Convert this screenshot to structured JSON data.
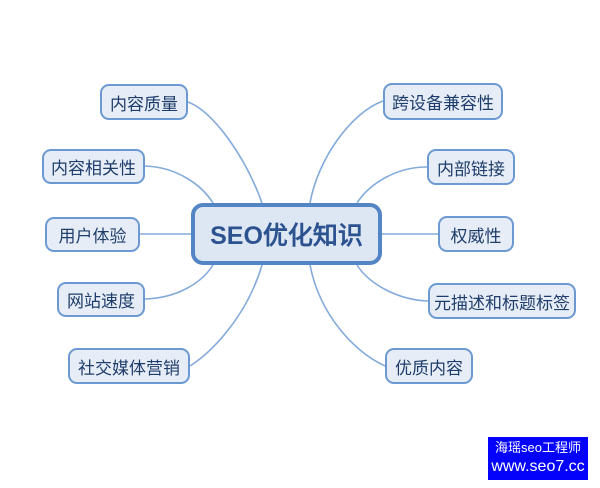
{
  "diagram": {
    "type": "mindmap",
    "center": {
      "id": "seo-knowledge",
      "label": "SEO优化知识"
    },
    "nodes": [
      {
        "id": "content-quality",
        "label": "内容质量",
        "side": "left"
      },
      {
        "id": "content-relevance",
        "label": "内容相关性",
        "side": "left"
      },
      {
        "id": "user-experience",
        "label": "用户体验",
        "side": "left"
      },
      {
        "id": "site-speed",
        "label": "网站速度",
        "side": "left"
      },
      {
        "id": "social-media-marketing",
        "label": "社交媒体营销",
        "side": "left"
      },
      {
        "id": "cross-device-compatibility",
        "label": "跨设备兼容性",
        "side": "right"
      },
      {
        "id": "internal-links",
        "label": "内部链接",
        "side": "right"
      },
      {
        "id": "authority",
        "label": "权威性",
        "side": "right"
      },
      {
        "id": "meta-description-title-tags",
        "label": "元描述和标题标签",
        "side": "right"
      },
      {
        "id": "quality-content",
        "label": "优质内容",
        "side": "right"
      }
    ],
    "connections": [
      {
        "from": "seo-knowledge",
        "to": "content-quality"
      },
      {
        "from": "seo-knowledge",
        "to": "content-relevance"
      },
      {
        "from": "seo-knowledge",
        "to": "user-experience"
      },
      {
        "from": "seo-knowledge",
        "to": "site-speed"
      },
      {
        "from": "seo-knowledge",
        "to": "social-media-marketing"
      },
      {
        "from": "seo-knowledge",
        "to": "cross-device-compatibility"
      },
      {
        "from": "seo-knowledge",
        "to": "internal-links"
      },
      {
        "from": "seo-knowledge",
        "to": "authority"
      },
      {
        "from": "seo-knowledge",
        "to": "meta-description-title-tags"
      },
      {
        "from": "seo-knowledge",
        "to": "quality-content"
      }
    ]
  },
  "watermark": {
    "line1": "海瑶seo工程师",
    "line2": "www.seo7.cc"
  },
  "colors": {
    "node_fill": "#e6edf7",
    "node_border": "#6c99d2",
    "center_fill": "#dde7f3",
    "center_border": "#5384c4",
    "connector": "#84aadc",
    "node_text": "#1f3d6b",
    "center_text": "#2c5390",
    "watermark_bg": "#0402fa",
    "watermark_text": "#ffffff"
  }
}
